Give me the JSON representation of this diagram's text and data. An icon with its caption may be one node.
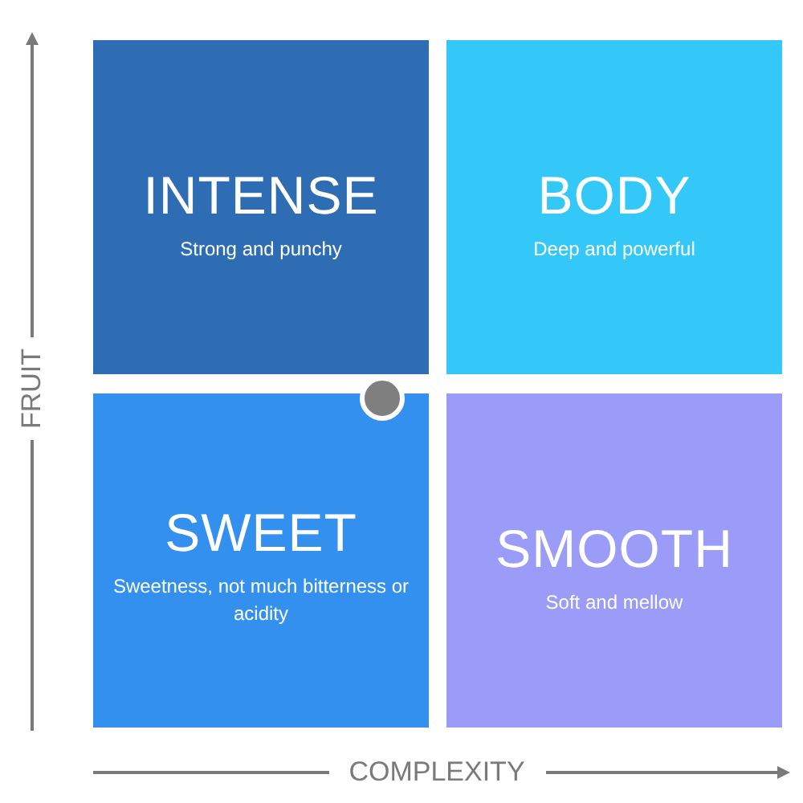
{
  "diagram": {
    "nodes": [
      {
        "text": [
          "INTENSE",
          "Strong and punchy"
        ]
      },
      {
        "text": [
          "BODY",
          "Deep and powerful"
        ]
      },
      {
        "text": [
          "SWEET",
          "Sweetness, not much bitterness or acidity"
        ]
      },
      {
        "text": [
          "SMOOTH",
          "Soft and mellow"
        ]
      },
      {
        "text": [],
        "shape": "circle"
      }
    ],
    "labels": [
      "FRUIT",
      "COMPLEXITY"
    ]
  }
}
